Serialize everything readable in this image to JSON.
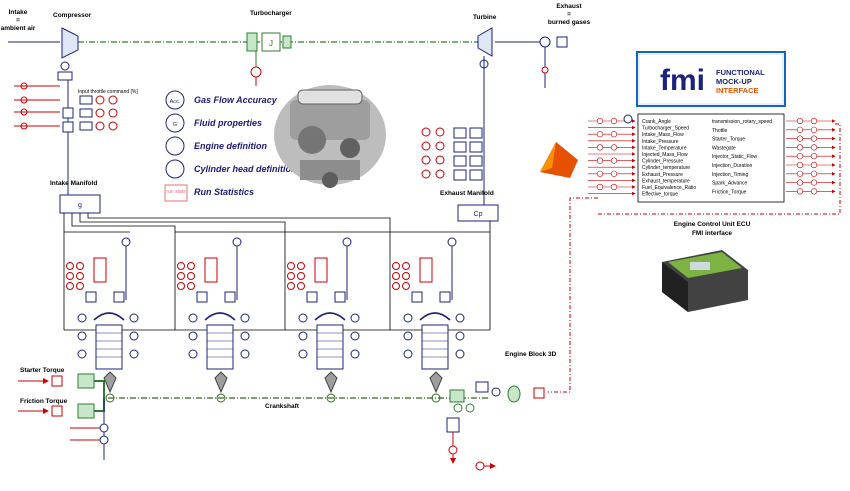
{
  "labels": {
    "intake_air": "Intake\n=\nambient air",
    "compressor": "Compressor",
    "turbocharger": "Turbocharger",
    "turbine": "Turbine",
    "exhaust_gases": "Exhaust\n=\nburned gases",
    "throttle_command": "Input throttle command [%]",
    "intake_manifold": "Intake Manifold",
    "exhaust_manifold": "Exhaust Manifold",
    "engine_block": "Engine Block 3D",
    "crankshaft": "Crankshaft",
    "starter_torque": "Starter Torque",
    "friction_torque": "Friction Torque",
    "ecu_title": "Engine Control Unit ECU\nFMI interface"
  },
  "legend": [
    {
      "icon": "Acc.",
      "label": "Gas Flow Accuracy"
    },
    {
      "icon": "G",
      "label": "Fluid properties"
    },
    {
      "icon": "",
      "label": "Engine definition"
    },
    {
      "icon": "",
      "label": "Cylinder head definition"
    },
    {
      "icon": "run stats",
      "label": "Run Statistics"
    }
  ],
  "fmi_logo": {
    "letters": "fmi",
    "line1": "FUNCTIONAL",
    "line2": "MOCK-UP",
    "line3": "INTERFACE"
  },
  "fmi_block": {
    "inputs": [
      "Crank_Angle",
      "Turbocharger_Speed",
      "Intake_Mass_Flow",
      "Intake_Pressure",
      "Intake_Temperature",
      "Injected_Mass_Flow",
      "Cylinder_Pressure",
      "Cylinder_temperature",
      "Exhaust_Pressure",
      "Exhaust_temperature",
      "Fuel_Equivalence_Ratio",
      "Effective_torque"
    ],
    "outputs": [
      "transmission_rotary_speed",
      "Thottle",
      "Starter_Torque",
      "Wastegate",
      "Injector_Static_Flow",
      "Injection_Duration",
      "Injection_Timing",
      "Spark_Advance",
      "Friction_Torque"
    ]
  },
  "colors": {
    "wire": "#1a237e",
    "signal": "#cc0000",
    "mech": "#2e7d32",
    "shaft": "#33691e"
  }
}
